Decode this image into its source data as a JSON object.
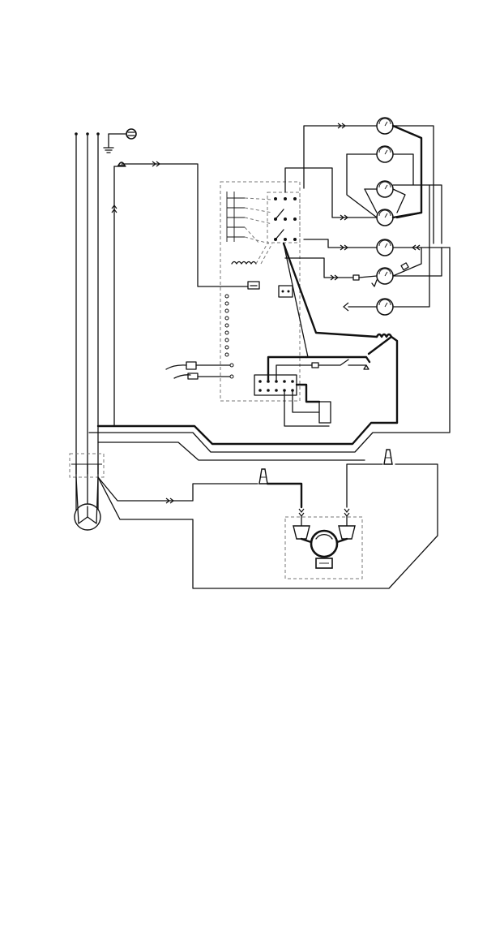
{
  "diagram": {
    "type": "wiring-schematic",
    "text_labels": [],
    "components": {
      "power_supply": [
        "L1",
        "L2",
        "L3",
        "ground"
      ],
      "control_panel": {
        "enclosure": "dashed-box",
        "indicator_lamps": 9
      },
      "thermostats": 7,
      "motor": {
        "enclosure": "dashed-box",
        "type": "three-phase"
      },
      "transformer_symbol": "wye",
      "wire_nuts": 2
    }
  }
}
